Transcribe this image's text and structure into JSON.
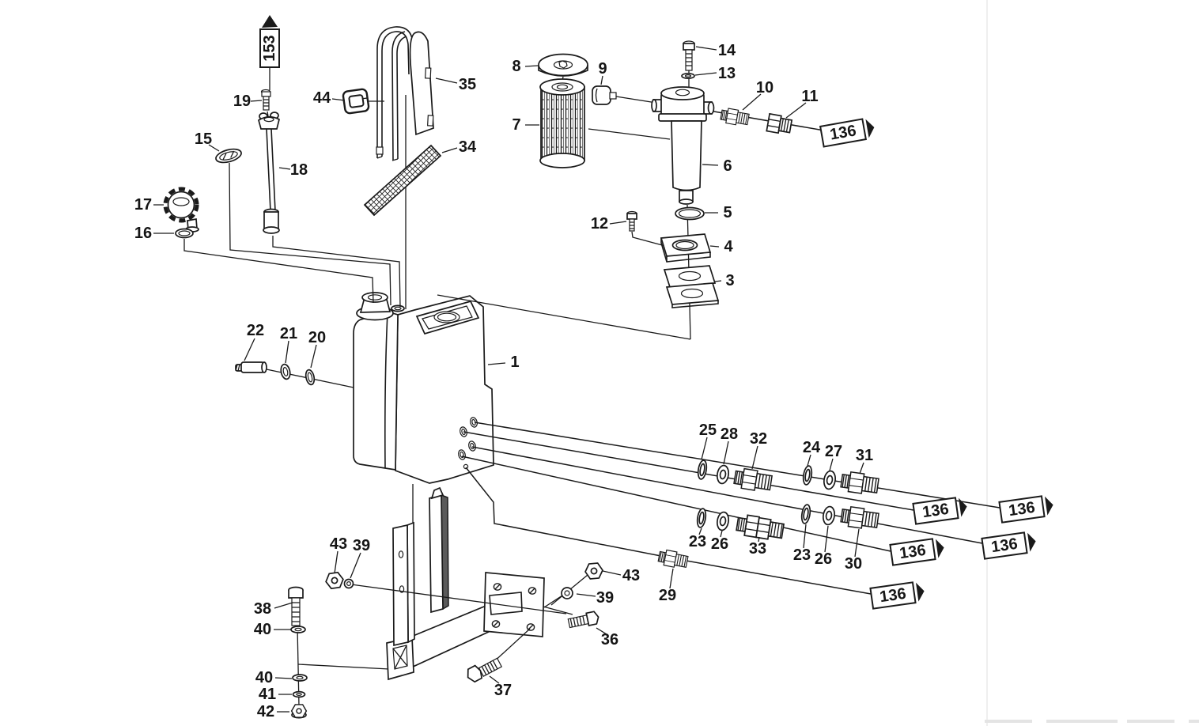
{
  "diagram": {
    "kind": "exploded-parts-diagram",
    "paper_color": "#ffffff",
    "ink_color": "#1a1a1a"
  },
  "labels": {
    "n1": "1",
    "n3": "3",
    "n4": "4",
    "n5": "5",
    "n6": "6",
    "n7": "7",
    "n8": "8",
    "n9": "9",
    "n10": "10",
    "n11": "11",
    "n12": "12",
    "n13": "13",
    "n14": "14",
    "n15": "15",
    "n16": "16",
    "n17": "17",
    "n18": "18",
    "n19": "19",
    "n20": "20",
    "n21": "21",
    "n22": "22",
    "n23": "23",
    "n24": "24",
    "n25": "25",
    "n26": "26",
    "n27": "27",
    "n28": "28",
    "n29": "29",
    "n30": "30",
    "n31": "31",
    "n32": "32",
    "n33": "33",
    "n34": "34",
    "n35": "35",
    "n36": "36",
    "n37": "37",
    "n38": "38",
    "n39": "39",
    "n40": "40",
    "n41": "41",
    "n42": "42",
    "n43": "43",
    "n44": "44"
  },
  "refs": {
    "page136": "136",
    "part153": "153"
  },
  "visible_callouts": [
    "153",
    "19",
    "15",
    "17",
    "16",
    "18",
    "44",
    "35",
    "34",
    "8",
    "7",
    "9",
    "14",
    "13",
    "10",
    "11",
    "136",
    "6",
    "12",
    "5",
    "4",
    "3",
    "1",
    "22",
    "21",
    "20",
    "25",
    "28",
    "32",
    "24",
    "27",
    "31",
    "136",
    "136",
    "23",
    "26",
    "33",
    "23",
    "26",
    "30",
    "136",
    "136",
    "29",
    "136",
    "43",
    "39",
    "38",
    "40",
    "43",
    "39",
    "40",
    "41",
    "42",
    "36",
    "37"
  ]
}
